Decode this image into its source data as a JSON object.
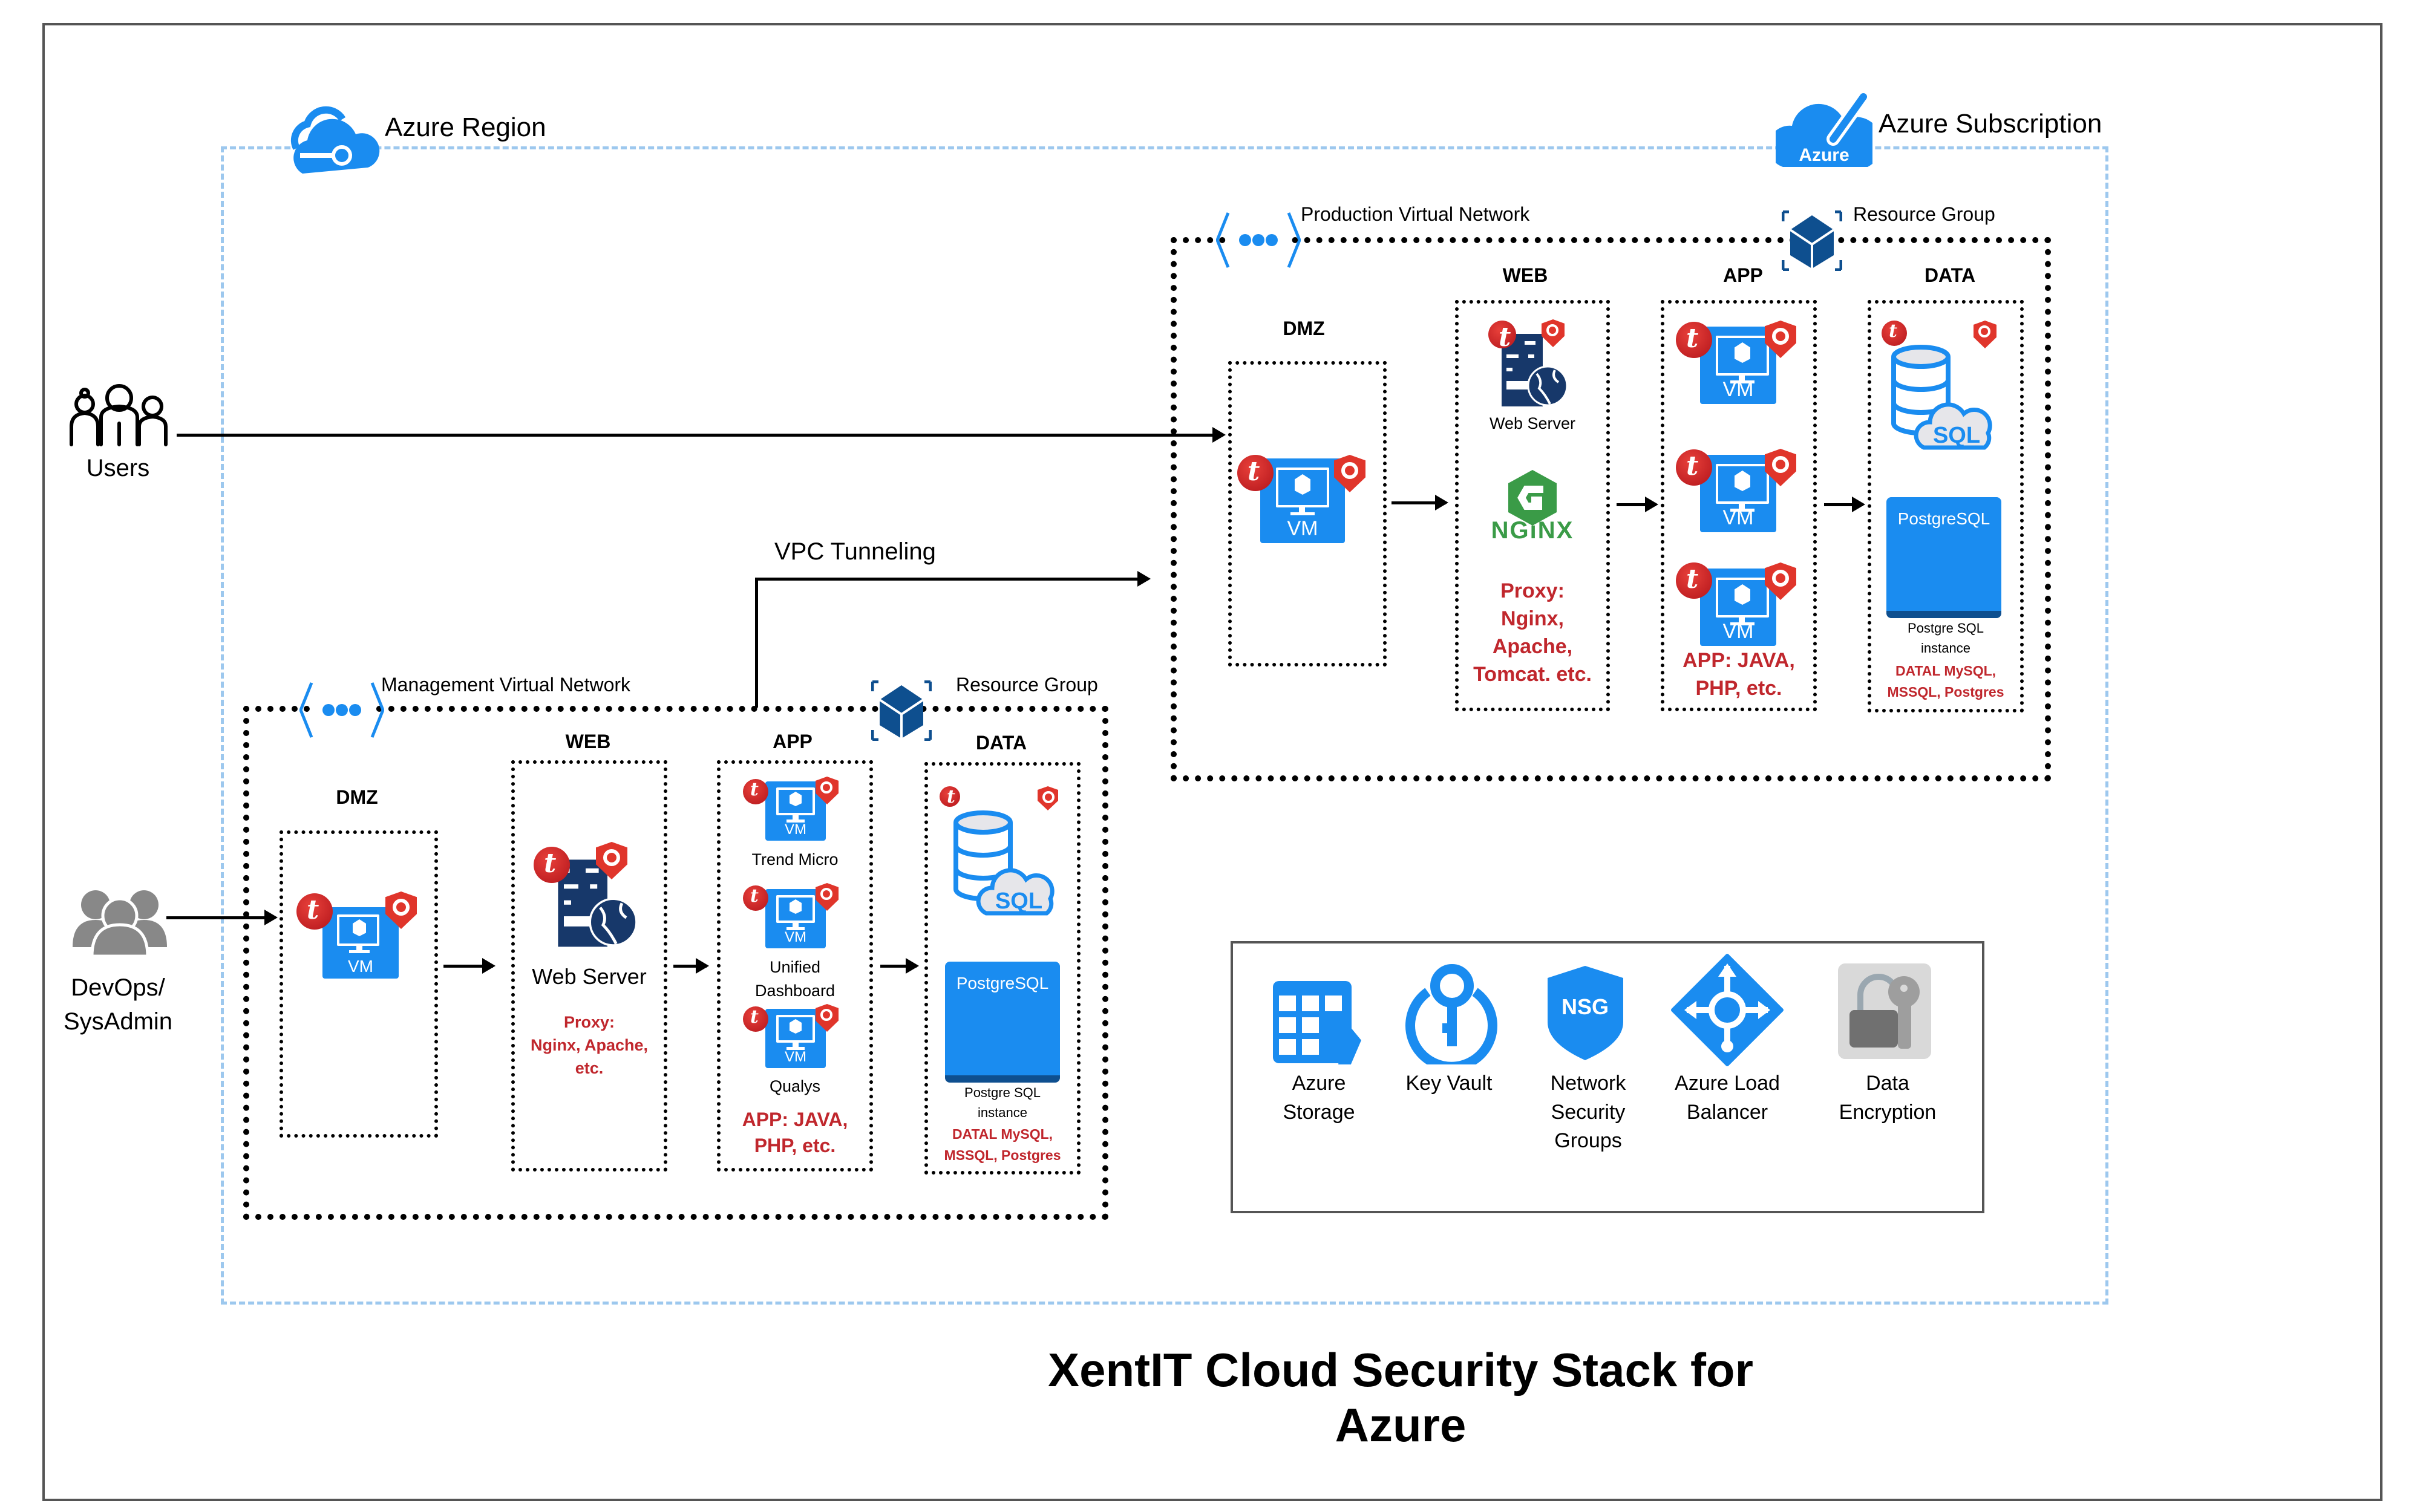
{
  "diagram": {
    "title": "XentIT Cloud Security Stack for Azure",
    "azure_region_label": "Azure Region",
    "azure_subscription_label": "Azure Subscription",
    "azure_badge": "Azure",
    "vpc_tunneling_label": "VPC Tunneling"
  },
  "actors": {
    "users": "Users",
    "devops_line1": "DevOps/",
    "devops_line2": "SysAdmin"
  },
  "production": {
    "vnet_label": "Production Virtual Network",
    "resource_group_label": "Resource Group",
    "tiers": {
      "dmz": {
        "heading": "DMZ",
        "vm_label": "VM"
      },
      "web": {
        "heading": "WEB",
        "server_label": "Web Server",
        "nginx_label": "NGiNX",
        "proxy_lines": [
          "Proxy:",
          "Nginx,",
          "Apache,",
          "Tomcat. etc."
        ]
      },
      "app": {
        "heading": "APP",
        "vm_labels": [
          "VM",
          "VM",
          "VM"
        ],
        "app_lines": [
          "APP: JAVA,",
          "PHP, etc."
        ]
      },
      "data": {
        "heading": "DATA",
        "sql_label": "SQL",
        "postgres_box": "PostgreSQL",
        "instance_lines": [
          "Postgre SQL",
          "instance"
        ],
        "db_lines": [
          "DATAL MySQL,",
          "MSSQL, Postgres"
        ]
      }
    }
  },
  "management": {
    "vnet_label": "Management Virtual Network",
    "resource_group_label": "Resource Group",
    "tiers": {
      "dmz": {
        "heading": "DMZ",
        "vm_label": "VM"
      },
      "web": {
        "heading": "WEB",
        "server_label": "Web Server",
        "proxy_lines": [
          "Proxy:",
          "Nginx, Apache,",
          "etc."
        ]
      },
      "app": {
        "heading": "APP",
        "vms": [
          {
            "vm": "VM",
            "caption": "Trend Micro"
          },
          {
            "vm": "VM",
            "caption_lines": [
              "Unified",
              "Dashboard"
            ]
          },
          {
            "vm": "VM",
            "caption": "Qualys"
          }
        ],
        "app_lines": [
          "APP: JAVA,",
          "PHP, etc."
        ]
      },
      "data": {
        "heading": "DATA",
        "sql_label": "SQL",
        "postgres_box": "PostgreSQL",
        "instance_lines": [
          "Postgre SQL",
          "instance"
        ],
        "db_lines": [
          "DATAL MySQL,",
          "MSSQL, Postgres"
        ]
      }
    }
  },
  "legend": {
    "items": [
      {
        "icon": "azure-storage-icon",
        "lines": [
          "Azure",
          "Storage"
        ]
      },
      {
        "icon": "key-vault-icon",
        "lines": [
          "Key Vault"
        ]
      },
      {
        "icon": "nsg-icon",
        "badge": "NSG",
        "lines": [
          "Network",
          "Security",
          "Groups"
        ]
      },
      {
        "icon": "load-balancer-icon",
        "lines": [
          "Azure Load",
          "Balancer"
        ]
      },
      {
        "icon": "data-encryption-icon",
        "lines": [
          "Data",
          "Encryption"
        ]
      }
    ]
  },
  "colors": {
    "azure_blue": "#1a8cf0",
    "dark_navy": "#0e4f8f",
    "accent_red": "#c0272d",
    "region_dash": "#9dc8ee",
    "nginx_green": "#3a9b47"
  }
}
